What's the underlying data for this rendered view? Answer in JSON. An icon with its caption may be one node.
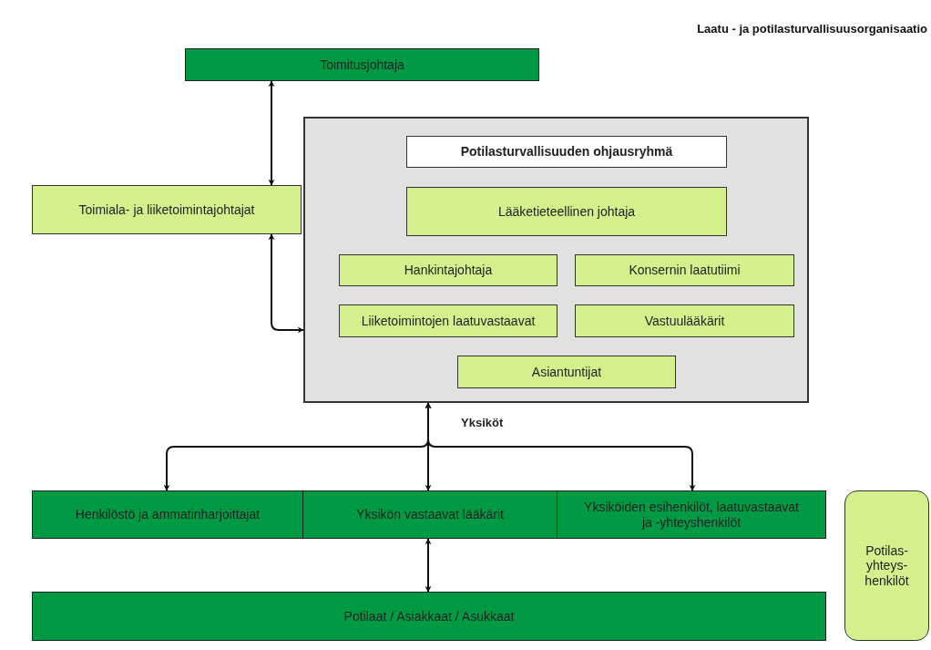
{
  "diagram": {
    "title": "Laatu - ja potilasturvallisuusorganisaatio",
    "nodes": [
      {
        "text": [
          "Toimitusjohtaja"
        ]
      },
      {
        "text": [
          "Toimiala- ja liiketoimintajohtajat"
        ]
      },
      {
        "text": [],
        "shape": "box"
      },
      {
        "text": [
          "Potilasturvallisuuden ohjausryhmä"
        ],
        "in": 2
      },
      {
        "text": [
          "Lääketieteellinen johtaja"
        ],
        "in": 2
      },
      {
        "text": [
          "Hankintajohtaja"
        ],
        "in": 2
      },
      {
        "text": [
          "Konsernin laatutiimi"
        ],
        "in": 2
      },
      {
        "text": [
          "Liiketoimintojen laatuvastaavat"
        ],
        "in": 2
      },
      {
        "text": [
          "Vastuulääkärit"
        ],
        "in": 2
      },
      {
        "text": [
          "Asiantuntijat"
        ],
        "in": 2
      },
      {
        "text": [
          "Henkilöstö ja ammatinharjoittajat"
        ]
      },
      {
        "text": [
          "Yksikön vastaavat lääkärit"
        ]
      },
      {
        "text": [
          "Yksiköiden esihenkilöt, laatuvastaavat ja -yhteyshenkilöt"
        ]
      },
      {
        "text": [
          "Potilaat / Asiakkaat / Asukkaat"
        ]
      },
      {
        "text": [
          "Potilas- yhteys- henkilöt"
        ]
      }
    ],
    "edges": [
      {
        "from": 0,
        "to": 1,
        "arrow": "both"
      },
      {
        "from": 1,
        "to": 2,
        "arrow": "both"
      },
      {
        "from": 2,
        "to": 10,
        "arrow": "both"
      },
      {
        "from": 2,
        "to": 11,
        "arrow": "both"
      },
      {
        "from": 2,
        "to": 12,
        "arrow": "both"
      },
      {
        "from": 11,
        "to": 13,
        "arrow": "both"
      }
    ],
    "labels": [
      "Yksiköt"
    ]
  }
}
